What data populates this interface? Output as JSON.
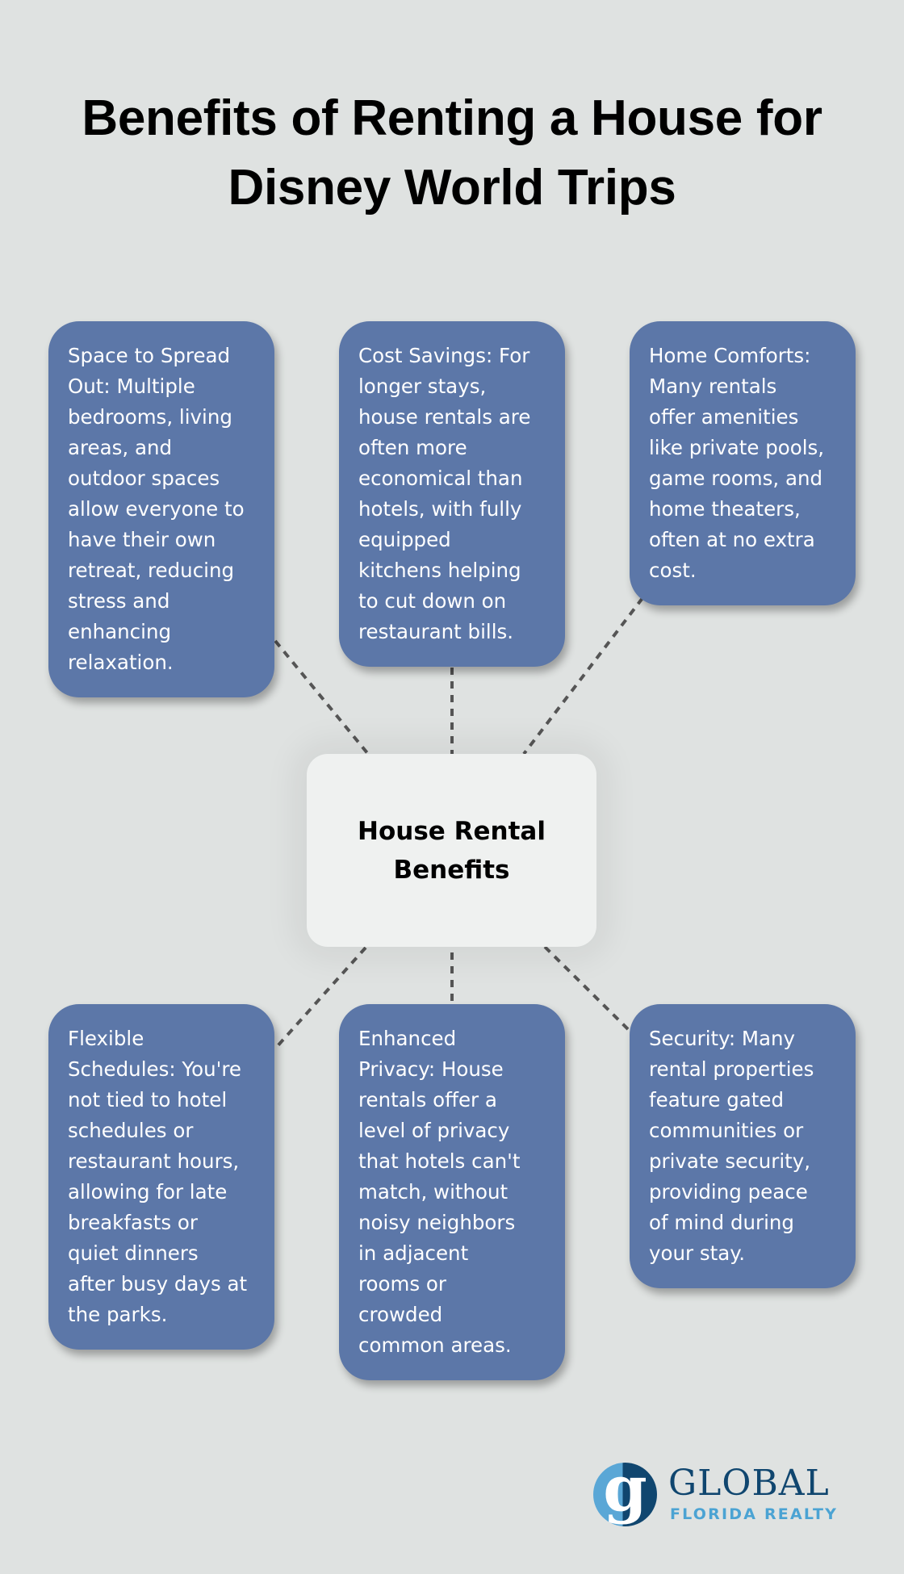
{
  "title": {
    "lines": [
      "Benefits of Renting a House for",
      "Disney World Trips"
    ]
  },
  "center_node": {
    "lines": [
      "House Rental",
      "Benefits"
    ]
  },
  "benefits": [
    {
      "label": "Space to Spread Out",
      "lines": [
        "Space to Spread",
        "Out: Multiple",
        "bedrooms, living",
        "areas, and",
        "outdoor spaces",
        "allow everyone to",
        "have their own",
        "retreat, reducing",
        "stress and",
        "enhancing",
        "relaxation."
      ]
    },
    {
      "label": "Cost Savings",
      "lines": [
        "Cost Savings: For",
        "longer stays,",
        "house rentals are",
        "often more",
        "economical than",
        "hotels, with fully",
        "equipped",
        "kitchens helping",
        "to cut down on",
        "restaurant bills."
      ]
    },
    {
      "label": "Home Comforts",
      "lines": [
        "Home Comforts:",
        "Many rentals",
        "offer amenities",
        "like private pools,",
        "game rooms, and",
        "home theaters,",
        "often at no extra",
        "cost."
      ]
    },
    {
      "label": "Flexible Schedules",
      "lines": [
        "Flexible",
        "Schedules: You're",
        "not tied to hotel",
        "schedules or",
        "restaurant hours,",
        "allowing for late",
        "breakfasts or",
        "quiet dinners",
        "after busy days at",
        "the parks."
      ]
    },
    {
      "label": "Enhanced Privacy",
      "lines": [
        "Enhanced",
        "Privacy: House",
        "rentals offer a",
        "level of privacy",
        "that hotels can't",
        "match, without",
        "noisy neighbors",
        "in adjacent",
        "rooms or",
        "crowded",
        "common areas."
      ]
    },
    {
      "label": "Security",
      "lines": [
        "Security: Many",
        "rental properties",
        "feature gated",
        "communities or",
        "private security,",
        "providing peace",
        "of mind during",
        "your stay."
      ]
    }
  ],
  "logo": {
    "mark": "g",
    "wordmark": "GLOBAL",
    "subtitle": "FLORIDA REALTY",
    "icon": "global-florida-realty-logo-icon"
  },
  "colors": {
    "background": "#dfe2e1",
    "card": "#5c77a8",
    "card_text": "#ffffff",
    "center_card": "#eff1f0",
    "connector": "#555555",
    "logo_navy": "#10466f",
    "logo_light_blue": "#4ba3d3"
  }
}
